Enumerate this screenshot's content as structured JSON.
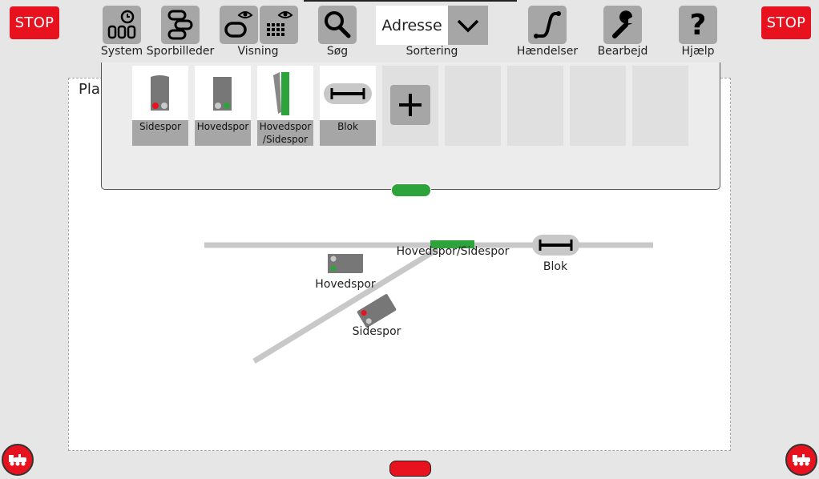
{
  "stop_label": "STOP",
  "toolbar": {
    "system": "System",
    "sporbilleder": "Sporbilleder",
    "visning": "Visning",
    "sog": "Søg",
    "sortering": "Sortering",
    "sort_value": "Adresse",
    "haendelser": "Hændelser",
    "bearbejd": "Bearbejd",
    "hjaelp": "Hjælp"
  },
  "layout": {
    "title": "Pla"
  },
  "palette": {
    "tiles": [
      {
        "label": "Sidespor",
        "icon": "signal-red-icon"
      },
      {
        "label": "Hovedspor",
        "icon": "signal-green-icon"
      },
      {
        "label": "Hovedspor /Sidespor",
        "icon": "switch-icon"
      },
      {
        "label": "Blok",
        "icon": "block-icon"
      }
    ],
    "add_icon": "plus-icon"
  },
  "objects": {
    "switch_label": "Hovedspor/Sidespor",
    "block_label": "Blok",
    "signal_main_label": "Hovedspor",
    "signal_side_label": "Sidespor"
  },
  "colors": {
    "stop": "#e8111e",
    "button": "#a6a6a6",
    "green": "#2ea33b",
    "track": "#c8c8c8"
  }
}
